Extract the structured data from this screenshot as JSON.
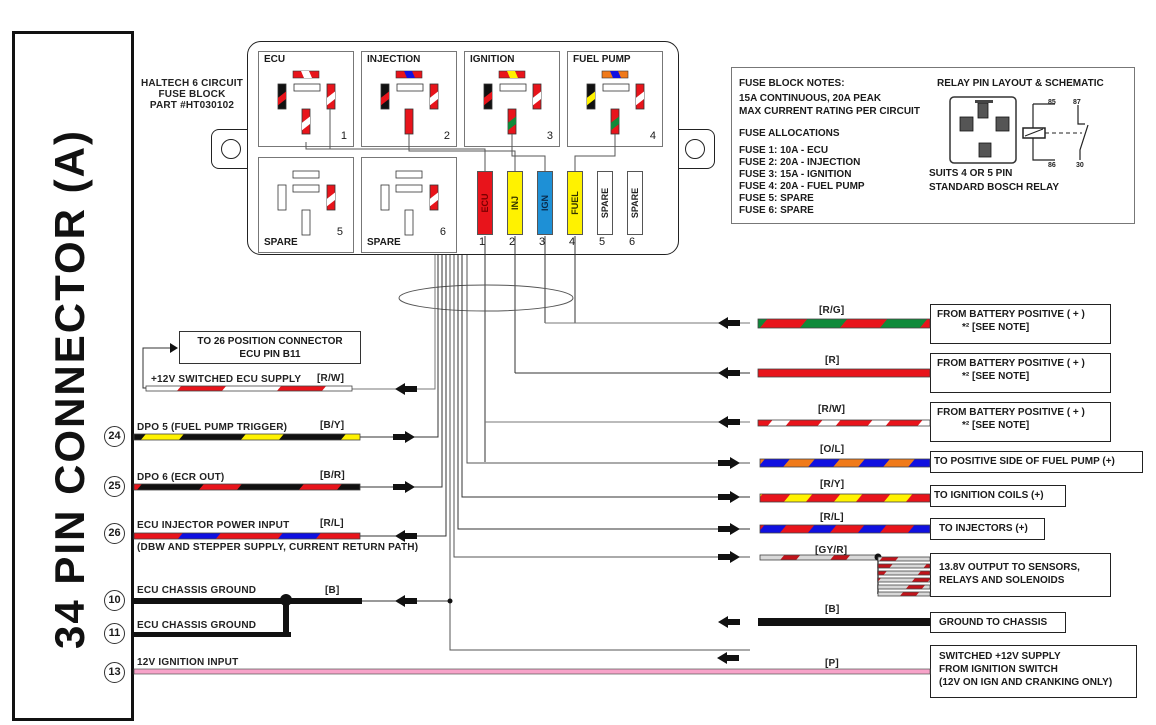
{
  "connector": {
    "title": "34 PIN CONNECTOR (A)",
    "pins": [
      "24",
      "25",
      "26",
      "10",
      "11",
      "13"
    ]
  },
  "fuse_block": {
    "title_lines": [
      "HALTECH 6 CIRCUIT",
      "FUSE BLOCK",
      "PART #HT030102"
    ],
    "relays": [
      {
        "name": "ECU",
        "number": "1"
      },
      {
        "name": "INJECTION",
        "number": "2"
      },
      {
        "name": "IGNITION",
        "number": "3"
      },
      {
        "name": "FUEL PUMP",
        "number": "4"
      },
      {
        "name": "SPARE",
        "number": "5"
      },
      {
        "name": "SPARE",
        "number": "6"
      }
    ],
    "fuses": [
      {
        "label": "ECU",
        "number": "1",
        "color": "#e8141b",
        "text_color": "#7a0000"
      },
      {
        "label": "INJ",
        "number": "2",
        "color": "#fff200",
        "text_color": "#333300"
      },
      {
        "label": "IGN",
        "number": "3",
        "color": "#1e90d6",
        "text_color": "#0a2a4a"
      },
      {
        "label": "FUEL",
        "number": "4",
        "color": "#fff200",
        "text_color": "#333300"
      },
      {
        "label": "SPARE",
        "number": "5",
        "color": "#ffffff",
        "text_color": "#222222"
      },
      {
        "label": "SPARE",
        "number": "6",
        "color": "#ffffff",
        "text_color": "#222222"
      }
    ]
  },
  "notes": {
    "heading": "FUSE BLOCK NOTES:",
    "rating_lines": [
      "15A CONTINUOUS, 20A PEAK",
      "MAX CURRENT RATING PER CIRCUIT"
    ],
    "alloc_heading": "FUSE ALLOCATIONS",
    "allocations": [
      "FUSE 1: 10A - ECU",
      "FUSE 2: 20A - INJECTION",
      "FUSE 3: 15A - IGNITION",
      "FUSE 4: 20A - FUEL PUMP",
      "FUSE 5: SPARE",
      "FUSE 6: SPARE"
    ],
    "relay_heading": "RELAY PIN LAYOUT & SCHEMATIC",
    "relay_pins": [
      "85",
      "87",
      "86",
      "30"
    ],
    "relay_suits": [
      "SUITS 4 OR 5 PIN",
      "STANDARD BOSCH RELAY"
    ]
  },
  "left_wires": [
    {
      "label": "+12V SWITCHED ECU SUPPLY",
      "code": "[R/W]",
      "direction": "in"
    },
    {
      "label": "DPO 5 (FUEL PUMP TRIGGER)",
      "code": "[B/Y]",
      "pin": "24",
      "direction": "out"
    },
    {
      "label": "DPO 6 (ECR OUT)",
      "code": "[B/R]",
      "pin": "25",
      "direction": "out"
    },
    {
      "label": "ECU INJECTOR POWER INPUT",
      "code": "[R/L]",
      "pin": "26",
      "direction": "in",
      "sublabel": "(DBW AND STEPPER SUPPLY, CURRENT RETURN PATH)"
    },
    {
      "label": "ECU CHASSIS GROUND",
      "code": "[B]",
      "pin": "10",
      "direction": "in"
    },
    {
      "label": "ECU CHASSIS GROUND",
      "pin": "11"
    },
    {
      "label": "12V IGNITION INPUT",
      "pin": "13"
    }
  ],
  "ecu_b11_box": [
    "TO 26 POSITION CONNECTOR",
    "ECU PIN B11"
  ],
  "right_wires": [
    {
      "code": "[R/G]",
      "dest": [
        "FROM BATTERY POSITIVE ( + )",
        "*² [SEE NOTE]"
      ],
      "direction": "in"
    },
    {
      "code": "[R]",
      "dest": [
        "FROM BATTERY POSITIVE ( + )",
        "*² [SEE NOTE]"
      ],
      "direction": "in"
    },
    {
      "code": "[R/W]",
      "dest": [
        "FROM BATTERY POSITIVE ( + )",
        "*² [SEE NOTE]"
      ],
      "direction": "in"
    },
    {
      "code": "[O/L]",
      "dest": [
        "TO POSITIVE SIDE OF FUEL PUMP (+)"
      ],
      "direction": "out"
    },
    {
      "code": "[R/Y]",
      "dest": [
        "TO IGNITION COILS (+)"
      ],
      "direction": "out"
    },
    {
      "code": "[R/L]",
      "dest": [
        "TO INJECTORS (+)"
      ],
      "direction": "out"
    },
    {
      "code": "[GY/R]",
      "dest": [
        "13.8V OUTPUT TO SENSORS,",
        "RELAYS AND SOLENOIDS"
      ],
      "direction": "out"
    },
    {
      "code": "[B]",
      "dest": [
        "GROUND TO CHASSIS"
      ],
      "direction": "in"
    },
    {
      "code": "[P]",
      "dest": [
        "SWITCHED +12V SUPPLY",
        "FROM IGNITION SWITCH",
        "(12V ON IGN AND CRANKING ONLY)"
      ],
      "direction": "in"
    }
  ],
  "colors": {
    "red": "#e8141b",
    "green": "#0f8a3a",
    "white": "#ffffff",
    "black": "#111111",
    "yellow": "#fff200",
    "blue": "#1010e0",
    "orange": "#f07a1a",
    "grey": "#c8c8c8",
    "pink": "#f7a3c9"
  }
}
